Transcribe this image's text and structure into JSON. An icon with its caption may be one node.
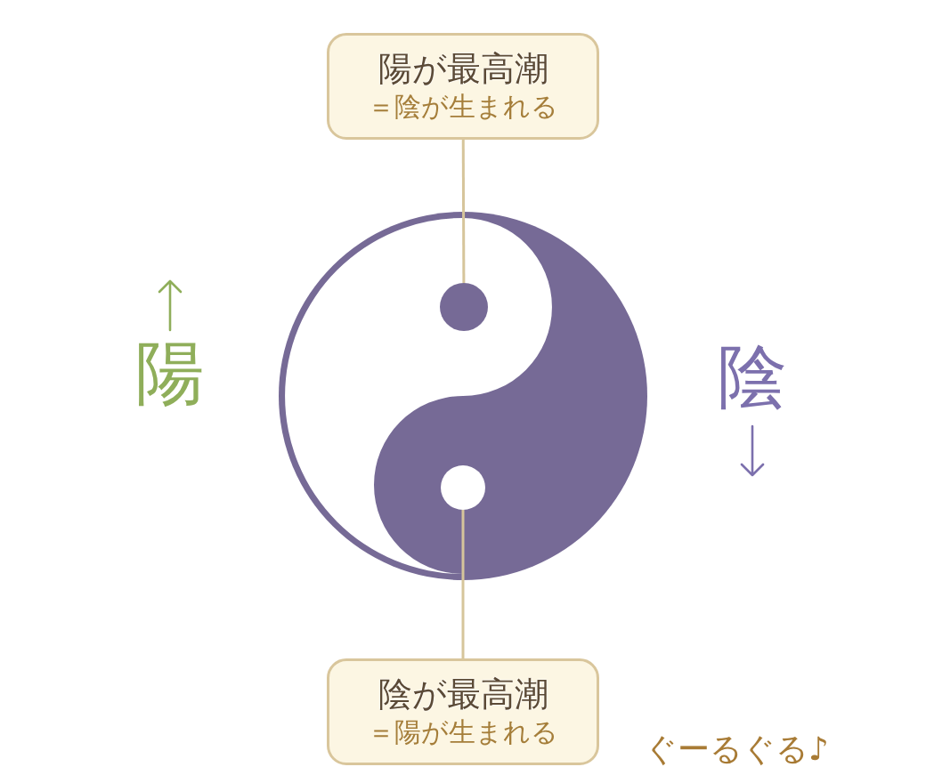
{
  "diagram": {
    "nodes": [
      {
        "text": [
          "陽が最高潮",
          "＝陰が生まれる"
        ]
      },
      {
        "text": [],
        "shape": "circle"
      },
      {
        "text": [],
        "shape": "circle"
      },
      {
        "text": [
          "陰が最高潮",
          "＝陽が生まれる"
        ]
      }
    ],
    "edges": [
      {
        "from": 0,
        "to": 1,
        "arrow": "none"
      },
      {
        "from": 3,
        "to": 2,
        "arrow": "none"
      }
    ],
    "labels": [
      "陽",
      "陰",
      "ぐーるぐる♪"
    ]
  }
}
